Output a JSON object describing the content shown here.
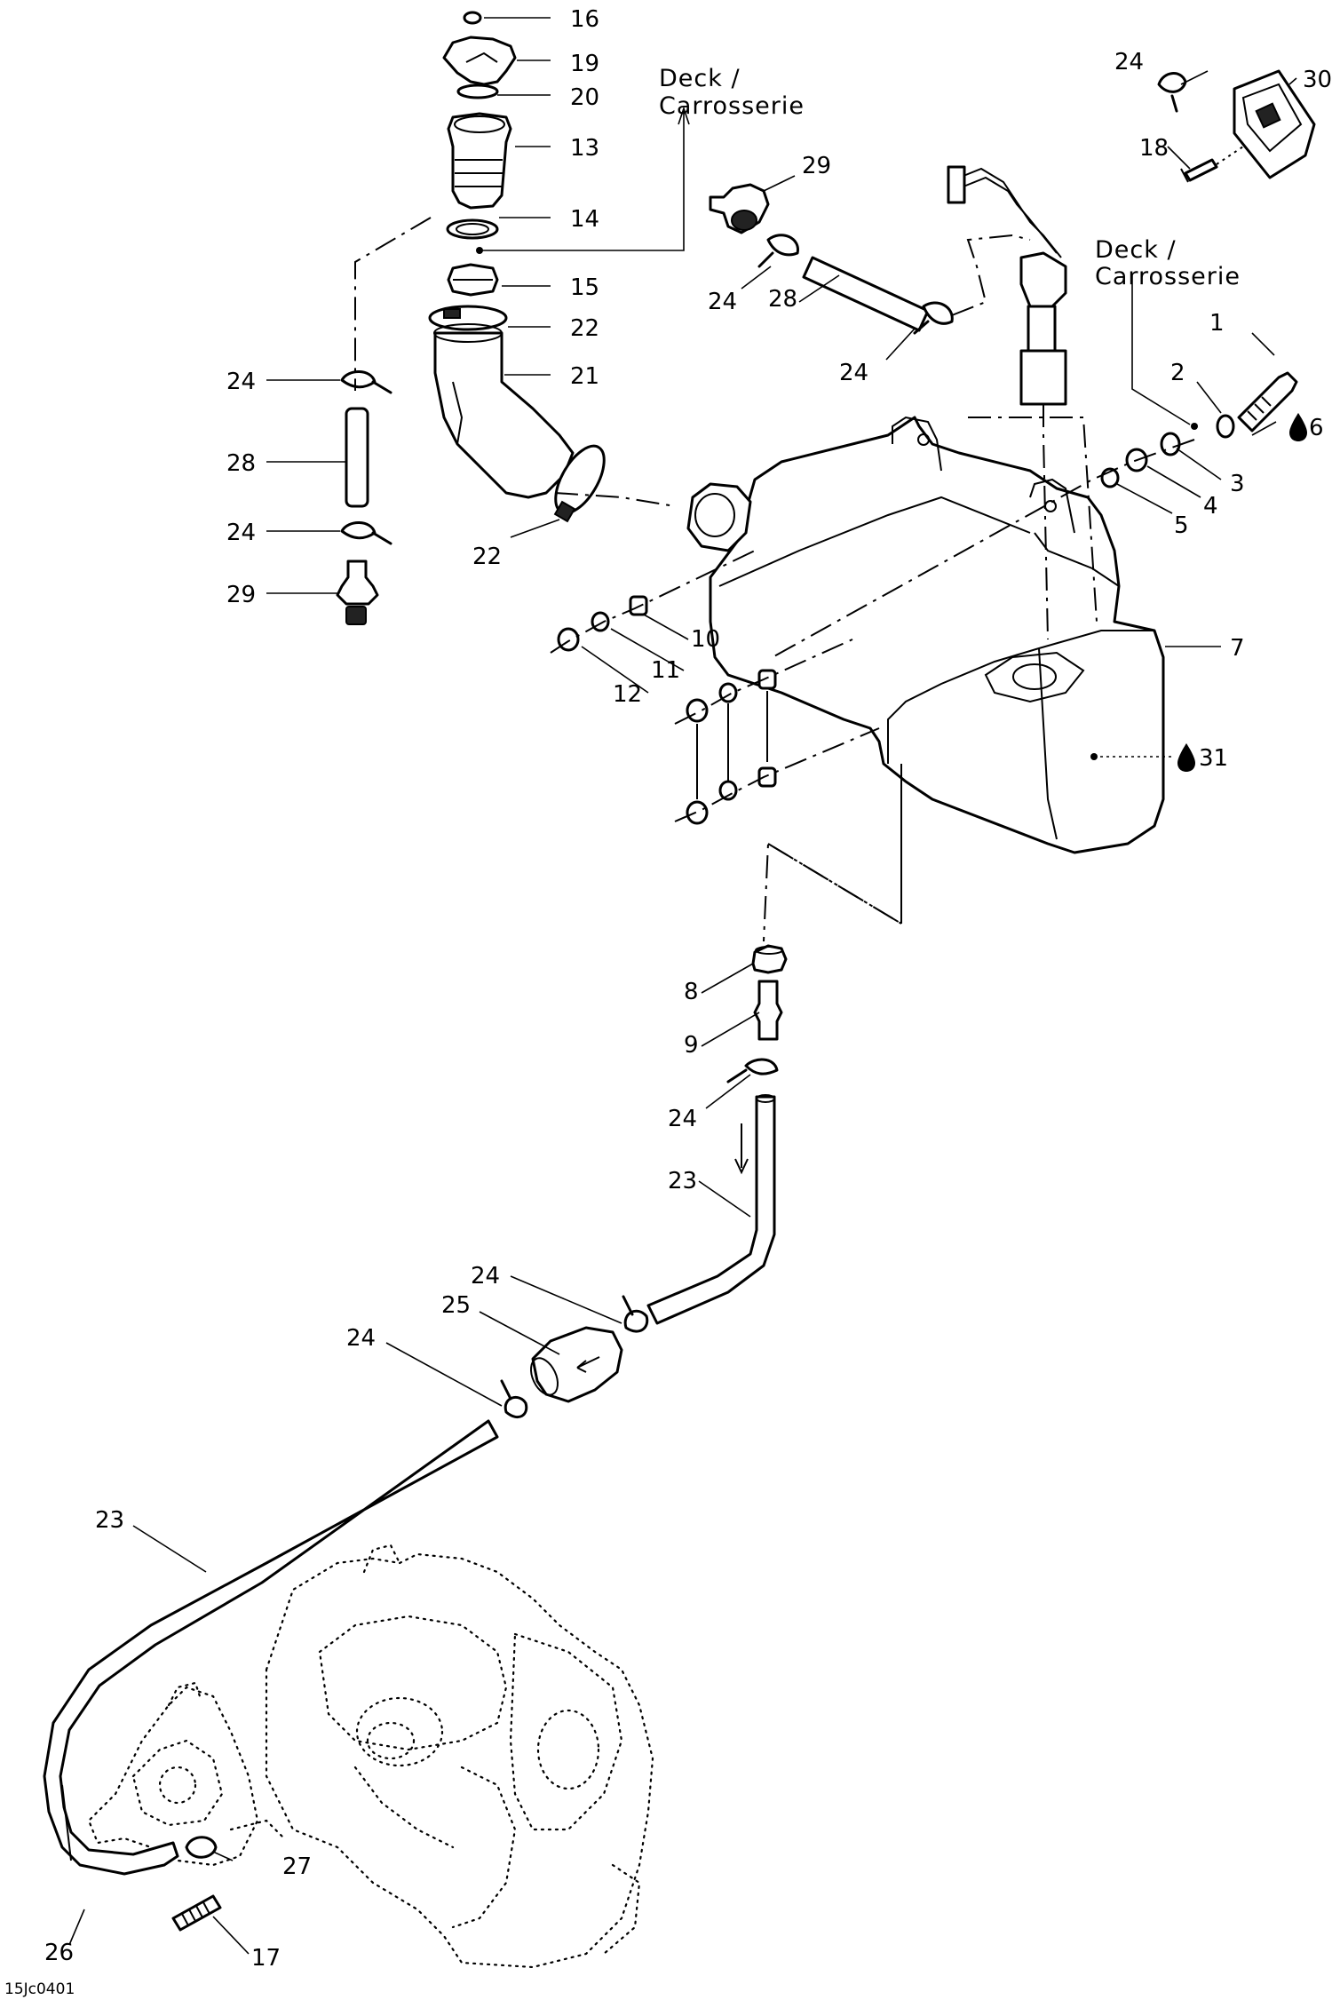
{
  "diagram": {
    "image_code": "15Jc0401",
    "references": {
      "deck_left": "Deck /",
      "carrosserie_left": "Carrosserie",
      "deck_right": "Deck /",
      "carrosserie_right": "Carrosserie"
    },
    "callouts": {
      "c16": "16",
      "c19": "19",
      "c20": "20",
      "c13": "13",
      "c14": "14",
      "c15": "15",
      "c22a": "22",
      "c21": "21",
      "c22b": "22",
      "c24a": "24",
      "c28a": "28",
      "c24b": "24",
      "c29a": "29",
      "c29b": "29",
      "c24c": "24",
      "c28b": "28",
      "c24d": "24",
      "c24e": "24",
      "c30": "30",
      "c18": "18",
      "c1": "1",
      "c2": "2",
      "c6": "6",
      "c3": "3",
      "c4": "4",
      "c5": "5",
      "c7": "7",
      "c10": "10",
      "c11": "11",
      "c12": "12",
      "c31": "31",
      "c8": "8",
      "c9": "9",
      "c24f": "24",
      "c23a": "23",
      "c24g": "24",
      "c25": "25",
      "c24h": "24",
      "c23b": "23",
      "c27": "27",
      "c26": "26",
      "c17": "17"
    }
  }
}
